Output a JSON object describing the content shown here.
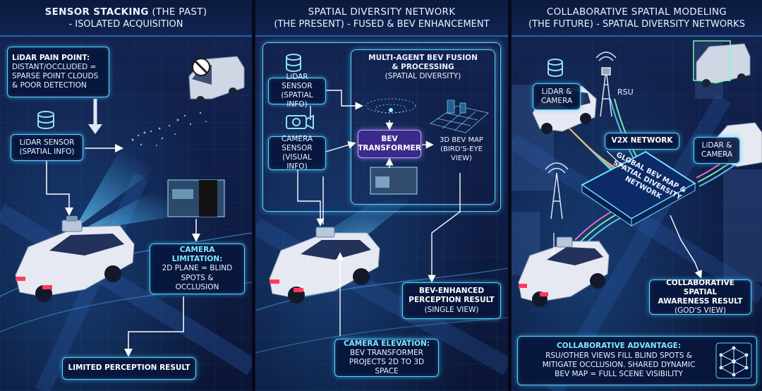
{
  "panel1": {
    "title_bold": "SENSOR STACKING",
    "title_rest": " (THE PAST)",
    "subtitle": "- ISOLATED ACQUISITION",
    "pain_point": {
      "head": "LiDAR PAIN POINT:",
      "line1": "DISTANT/OCCLUDED =",
      "line2": "SPARSE POINT CLOUDS",
      "line3": "& POOR DETECTION"
    },
    "lidar_sensor": {
      "line1": "LiDAR SENSOR",
      "line2": "(SPATIAL INFO)"
    },
    "camera_limitation": {
      "head": "CAMERA LIMITATION:",
      "line1": "2D PLANE = BLIND",
      "line2": "SPOTS &",
      "line3": "OCCLUSION"
    },
    "result": "LIMITED PERCEPTION RESULT"
  },
  "panel2": {
    "title": "SPATIAL DIVERSITY NETWORK",
    "subtitle": "(THE PRESENT) - FUSED & BEV ENHANCEMENT",
    "fusion": {
      "line1": "MULTI-AGENT BEV FUSION",
      "line2": "& PROCESSING",
      "line3": "(SPATIAL DIVERSITY)"
    },
    "lidar_sensor": {
      "line1": "LiDAR SENSOR",
      "line2": "(SPATIAL INFO)"
    },
    "camera_sensor": {
      "line1": "CAMERA",
      "line2": "SENSOR",
      "line3": "(VISUAL INFO)"
    },
    "bev_transformer": {
      "line1": "BEV",
      "line2": "TRANSFORMER"
    },
    "bev_map": {
      "line1": "3D BEV MAP",
      "line2": "(BIRD'S-EYE",
      "line3": "VIEW)"
    },
    "bev_result": {
      "line1": "BEV-ENHANCED",
      "line2": "PERCEPTION RESULT",
      "line3": "(SINGLE VIEW)"
    },
    "camera_elevation": {
      "head": "CAMERA ELEVATION:",
      "line1": "BEV TRANSFORMER",
      "line2": "PROJECTS 2D TO 3D SPACE"
    }
  },
  "panel3": {
    "title": "COLLABORATIVE SPATIAL MODELING",
    "subtitle": "(THE FUTURE) - SPATIAL DIVERSITY NETWORKS",
    "lidar_camera_a": {
      "line1": "LiDAR &",
      "line2": "CAMERA"
    },
    "rsu": "RSU",
    "v2x": "V2X NETWORK",
    "lidar_camera_b": {
      "line1": "LiDAR &",
      "line2": "CAMERA"
    },
    "global_map": {
      "line1": "GLOBAL BEV MAP &",
      "line2": "SPATIAL DIVERSITY",
      "line3": "NETWORK"
    },
    "collab_result": {
      "line1": "COLLABORATIVE SPATIAL",
      "line2": "AWARENESS RESULT",
      "line3": "(GOD'S VIEW)"
    },
    "advantage": {
      "head": "COLLABORATIVE ADVANTAGE:",
      "line1": "RSU/OTHER VIEWS FILL BLIND SPOTS &",
      "line2": "MITIGATE OCCLUSION. SHARED DYNAMIC",
      "line3": "BEV MAP = FULL SCENE VISIBILITY"
    }
  },
  "colors": {
    "background": "#0f1d45",
    "accent_cyan": "#5bd3ff",
    "heading_cyan": "#7ee9ff",
    "car_white": "#e6e9f2",
    "taillight_red": "#ff3b5c",
    "beam_blue": "#3fb4ff"
  },
  "icons": [
    "database-icon",
    "camera-icon",
    "no-entry-icon",
    "arrow-down-icon",
    "radio-tower-icon",
    "network-node-icon"
  ]
}
